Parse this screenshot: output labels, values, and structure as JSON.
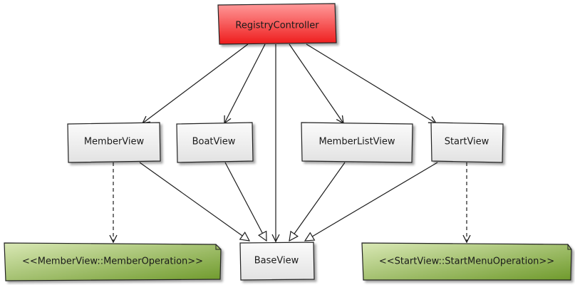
{
  "diagram": {
    "title": "",
    "nodes": [
      {
        "id": "registry_controller",
        "label": "RegistryController",
        "style": "controller"
      },
      {
        "id": "member_view",
        "label": "MemberView",
        "style": "view"
      },
      {
        "id": "boat_view",
        "label": "BoatView",
        "style": "view"
      },
      {
        "id": "member_list_view",
        "label": "MemberListView",
        "style": "view"
      },
      {
        "id": "start_view",
        "label": "StartView",
        "style": "view"
      },
      {
        "id": "base_view",
        "label": "BaseView",
        "style": "view"
      },
      {
        "id": "member_operation",
        "label": "<<MemberView::MemberOperation>>",
        "style": "enum"
      },
      {
        "id": "start_menu_operation",
        "label": "<<StartView::StartMenuOperation>>",
        "style": "enum"
      }
    ],
    "edges": [
      {
        "from": "registry_controller",
        "to": "member_view",
        "kind": "association"
      },
      {
        "from": "registry_controller",
        "to": "boat_view",
        "kind": "association"
      },
      {
        "from": "registry_controller",
        "to": "base_view",
        "kind": "association"
      },
      {
        "from": "registry_controller",
        "to": "member_list_view",
        "kind": "association"
      },
      {
        "from": "registry_controller",
        "to": "start_view",
        "kind": "association"
      },
      {
        "from": "member_view",
        "to": "base_view",
        "kind": "inheritance"
      },
      {
        "from": "boat_view",
        "to": "base_view",
        "kind": "inheritance"
      },
      {
        "from": "member_list_view",
        "to": "base_view",
        "kind": "inheritance"
      },
      {
        "from": "start_view",
        "to": "base_view",
        "kind": "inheritance"
      },
      {
        "from": "member_view",
        "to": "member_operation",
        "kind": "dependency"
      },
      {
        "from": "start_view",
        "to": "start_menu_operation",
        "kind": "dependency"
      }
    ],
    "colors": {
      "controller_fill_top": "#ff9a9a",
      "controller_fill_bottom": "#ee1c1c",
      "view_fill_top": "#fbfbfb",
      "view_fill_bottom": "#e2e2e2",
      "enum_fill_top": "#d9e8b5",
      "enum_fill_bottom": "#6f9a2c",
      "border": "#222222",
      "line": "#1c1c1c"
    }
  }
}
